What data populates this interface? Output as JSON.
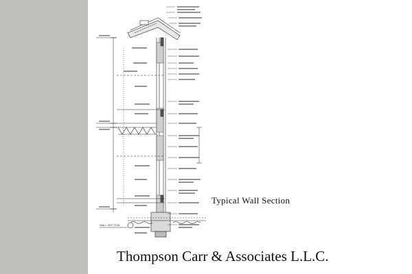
{
  "drawing": {
    "section_label": "Typical Wall Section",
    "tag_label": "WALL SECTION",
    "firm_name": "Thompson Carr & Associates L.L.C."
  },
  "colors": {
    "sidebar": "#bfbfbb",
    "background": "#ffffff",
    "linework": "#222222"
  }
}
